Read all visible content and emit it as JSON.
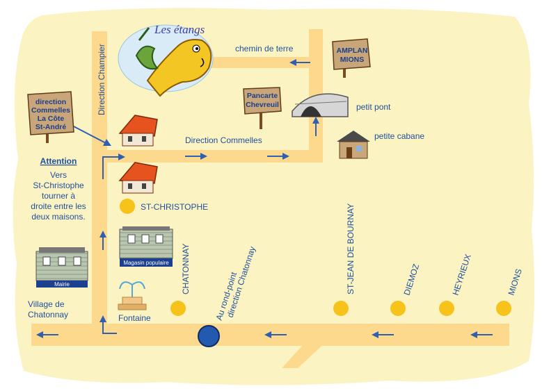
{
  "colors": {
    "background": "#fbf4c2",
    "road": "#fcd98c",
    "arrow": "#2f5fb0",
    "label": "#1f4e9c",
    "village_dot": "#f7c21a",
    "roundabout": "#2459b0",
    "roof": "#e6531e",
    "pond": "#d8ebf6"
  },
  "labels": {
    "les_etangs": "Les étangs",
    "chemin_de_terre": "chemin de terre",
    "petit_pont": "petit pont",
    "petite_cabane": "petite cabane",
    "direction_champier": "Direction Champier",
    "direction_commelles": "Direction Commelles",
    "st_christophe": "ST-CHRISTOPHE",
    "fontaine": "Fontaine",
    "village_line1": "Village de",
    "village_line2": "Chatonnay",
    "attention_title": "Attention",
    "attention_lines": [
      "Vers",
      "St-Christophe",
      "tourner à",
      "droite entre les",
      "deux maisons."
    ],
    "chatonnay": "CHATONNAY",
    "rond_point_line1": "Au rond-point",
    "rond_point_line2": "direction Chatonnay",
    "st_jean": "ST-JEAN DE BOURNAY",
    "diemoz": "DIEMOZ",
    "heyrieux": "HEYRIEUX",
    "mions": "MIONS"
  },
  "signs": {
    "commelles": [
      "direction",
      "Commelles",
      "La Côte",
      "St-André"
    ],
    "chevreuil": [
      "Pancarte",
      "Chevreuil"
    ],
    "amplan": [
      "AMPLAN",
      "MIONS"
    ]
  },
  "buildings": {
    "mairie": "Mairie",
    "magasin": "Magasin populaire"
  },
  "icons": [
    "house-icon",
    "fish-icon",
    "bridge-icon",
    "cabin-icon",
    "fountain-icon",
    "town-hall-icon",
    "shop-icon",
    "signpost-icon",
    "arrow-icon"
  ]
}
